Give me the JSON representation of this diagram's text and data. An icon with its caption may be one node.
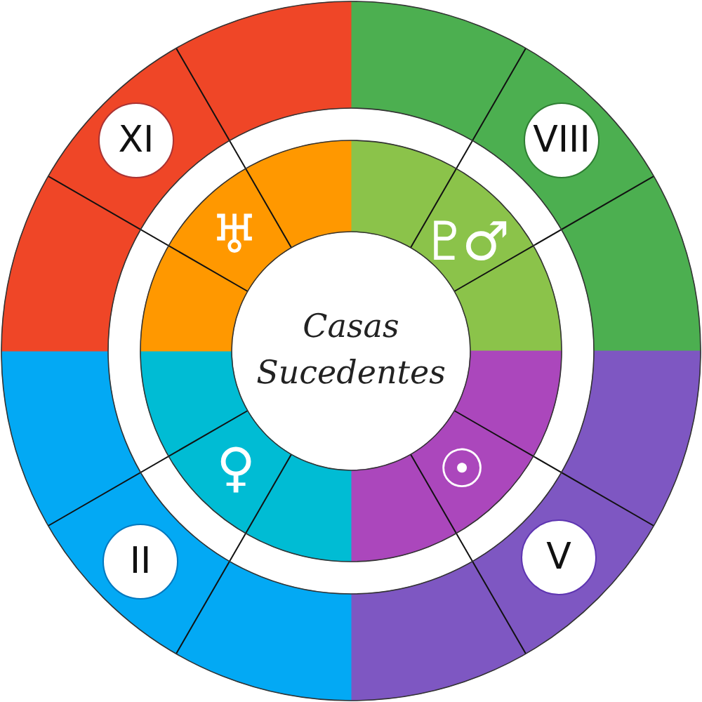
{
  "diagram": {
    "nodes": [
      {
        "text": [
          "XI"
        ]
      },
      {
        "text": [
          "VIII"
        ]
      },
      {
        "text": [
          "Casas Sucedentes"
        ]
      },
      {
        "text": [
          "II"
        ]
      },
      {
        "text": [
          "V"
        ]
      }
    ],
    "labels": [
      "♅",
      "♇",
      "♂",
      "♀",
      "☉"
    ]
  }
}
